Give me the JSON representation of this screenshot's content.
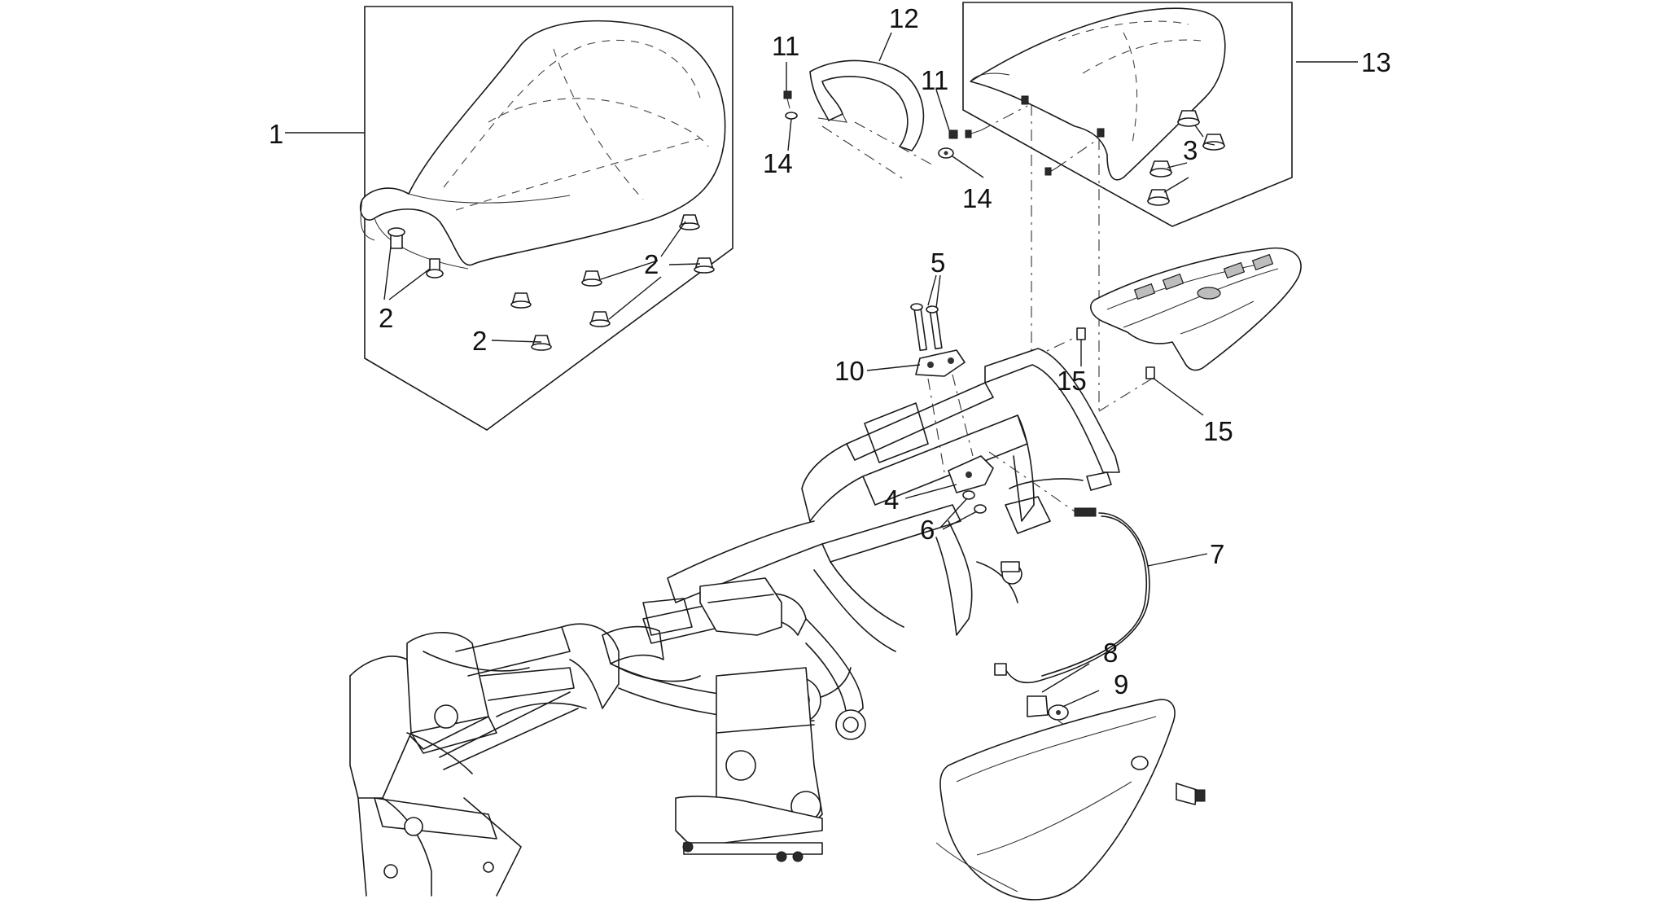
{
  "callouts": [
    {
      "id": "c1",
      "label": "1"
    },
    {
      "id": "c2a",
      "label": "2"
    },
    {
      "id": "c2b",
      "label": "2"
    },
    {
      "id": "c2c",
      "label": "2"
    },
    {
      "id": "c3",
      "label": "3"
    },
    {
      "id": "c4",
      "label": "4"
    },
    {
      "id": "c5",
      "label": "5"
    },
    {
      "id": "c6",
      "label": "6"
    },
    {
      "id": "c7",
      "label": "7"
    },
    {
      "id": "c8",
      "label": "8"
    },
    {
      "id": "c9",
      "label": "9"
    },
    {
      "id": "c10",
      "label": "10"
    },
    {
      "id": "c11a",
      "label": "11"
    },
    {
      "id": "c11b",
      "label": "11"
    },
    {
      "id": "c12",
      "label": "12"
    },
    {
      "id": "c13",
      "label": "13"
    },
    {
      "id": "c14a",
      "label": "14"
    },
    {
      "id": "c14b",
      "label": "14"
    },
    {
      "id": "c15a",
      "label": "15"
    },
    {
      "id": "c15b",
      "label": "15"
    }
  ]
}
